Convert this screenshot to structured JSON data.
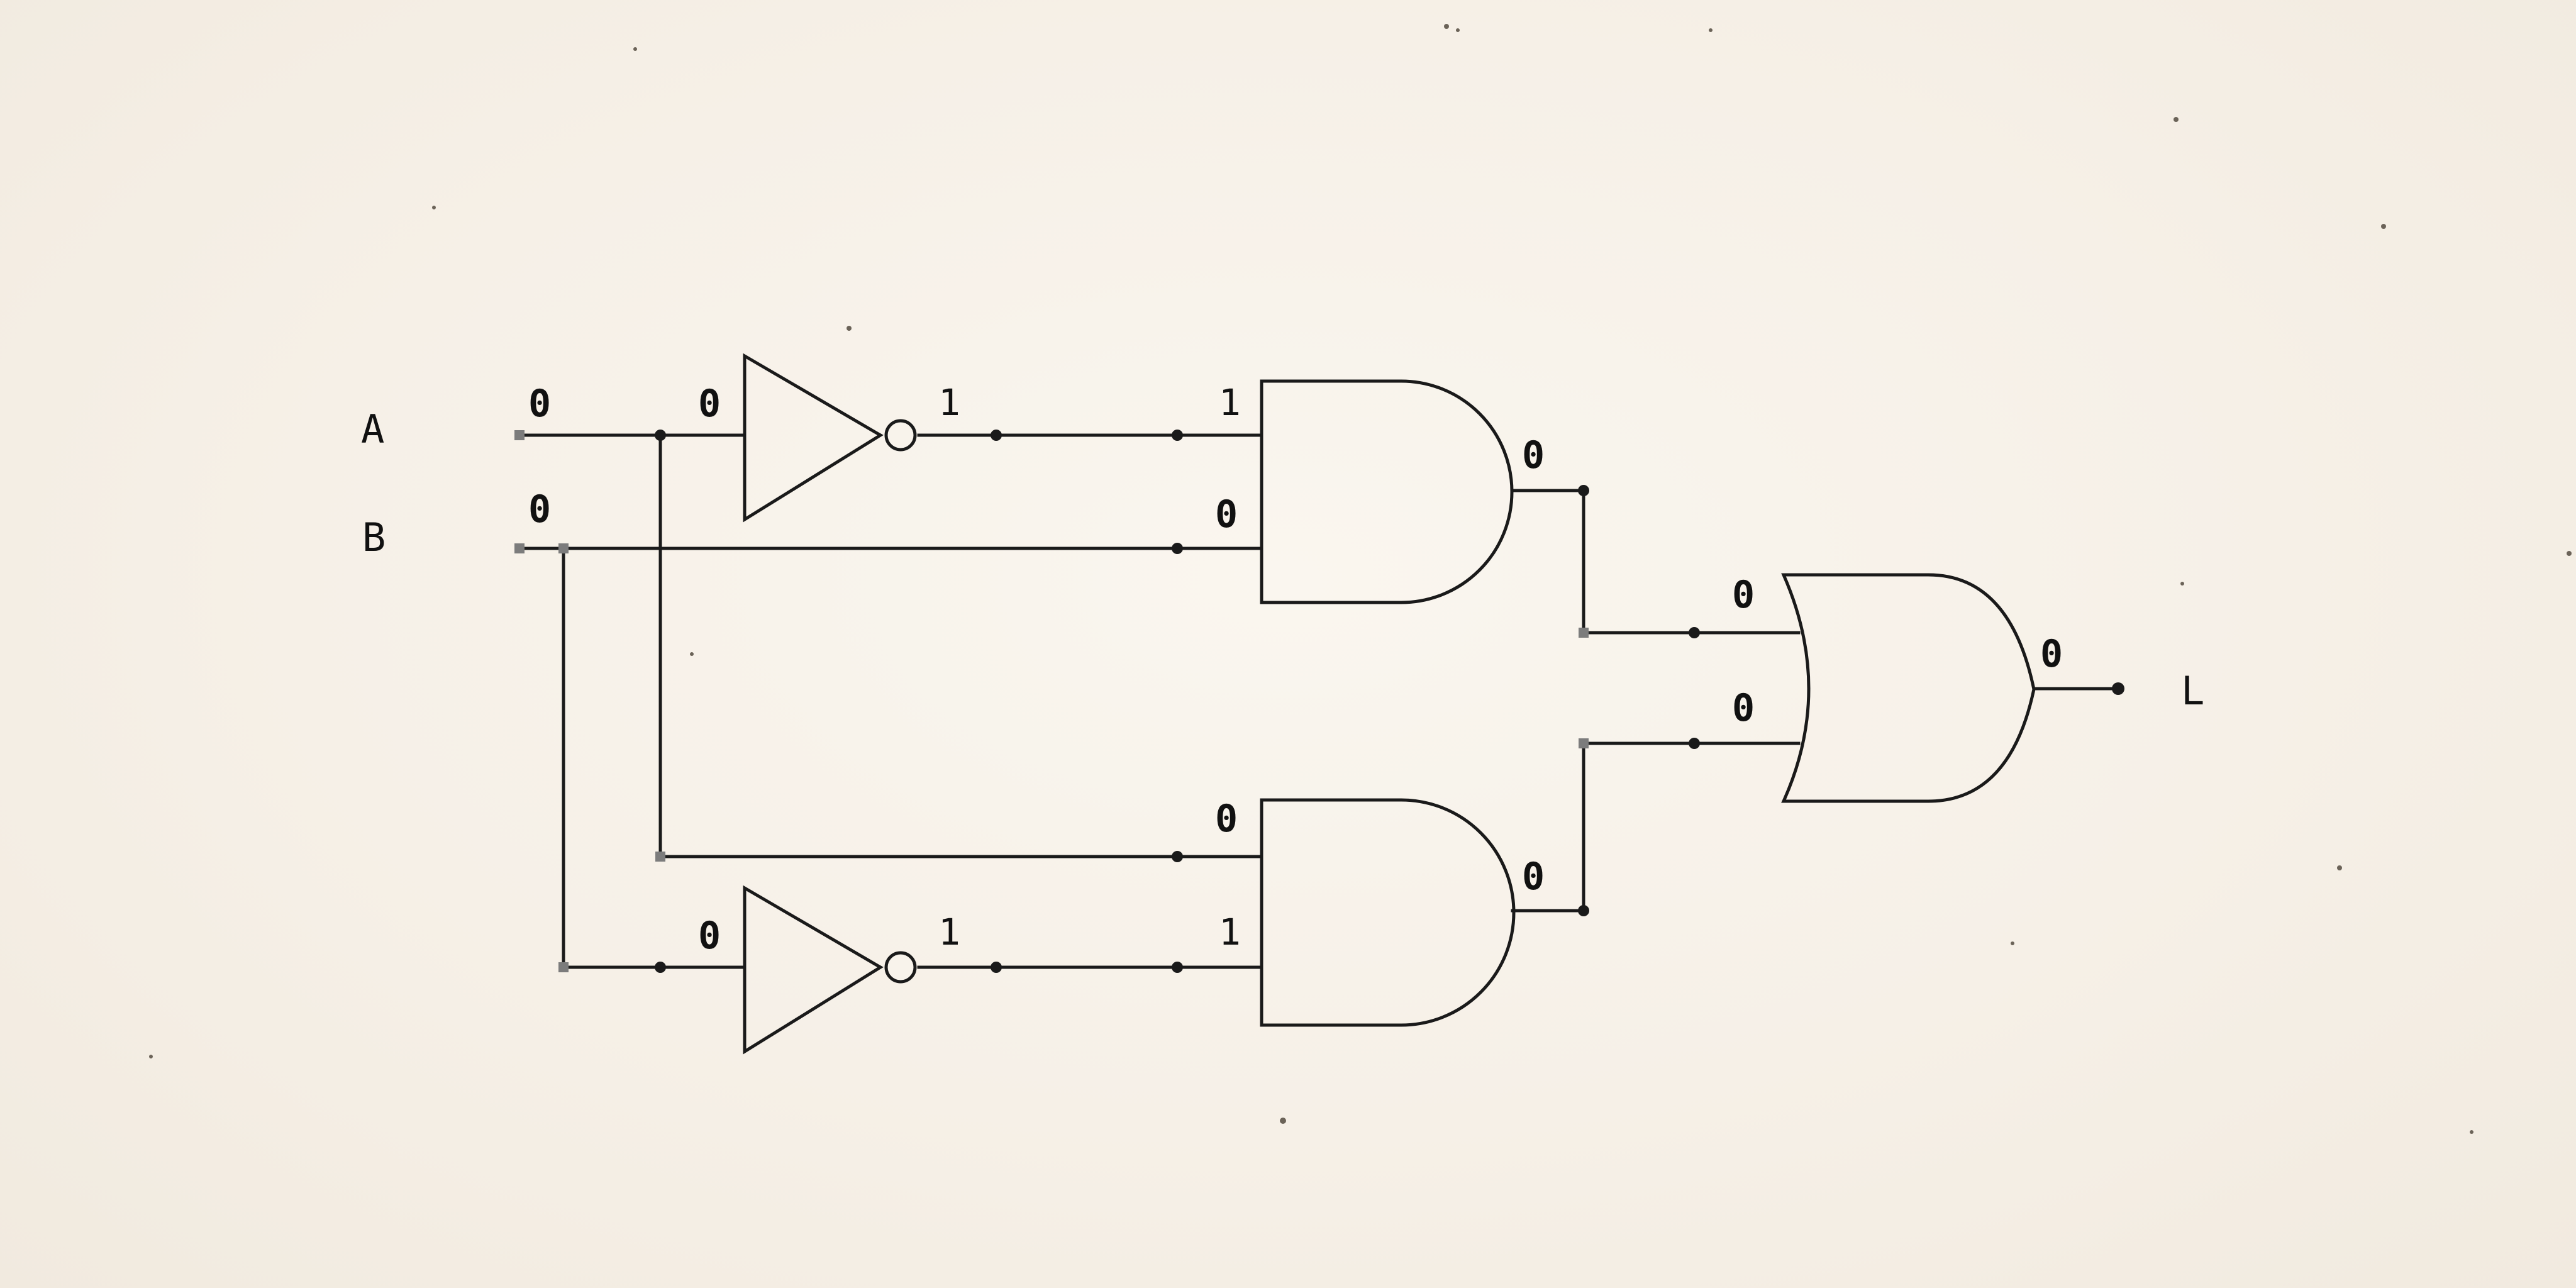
{
  "circuit": {
    "inputs": [
      {
        "name": "A",
        "value": "0"
      },
      {
        "name": "B",
        "value": "0"
      }
    ],
    "output": {
      "name": "L",
      "value": "0"
    },
    "not_gates": [
      {
        "id": "not-a",
        "input": "0",
        "output": "1"
      },
      {
        "id": "not-b",
        "input": "0",
        "output": "1"
      }
    ],
    "and_gates": [
      {
        "id": "and-top",
        "inputs": [
          "1",
          "0"
        ],
        "output": "0"
      },
      {
        "id": "and-bottom",
        "inputs": [
          "0",
          "1"
        ],
        "output": "0"
      }
    ],
    "or_gate": {
      "id": "or-out",
      "inputs": [
        "0",
        "0"
      ],
      "output": "0"
    }
  },
  "colors": {
    "background": "#f7f2ea",
    "ink": "#1a1a1a",
    "pin": "#7c7c7c"
  }
}
